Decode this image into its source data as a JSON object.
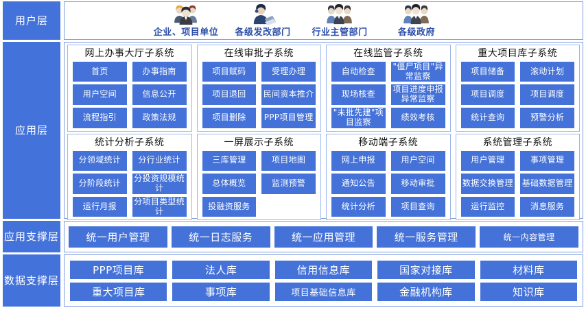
{
  "layers": {
    "user": {
      "tab_label": "用户层",
      "items": [
        {
          "label": "企业、项目单位",
          "icon": "people-group-icon"
        },
        {
          "label": "各级发改部门",
          "icon": "person-laptop-icon"
        },
        {
          "label": "行业主管部门",
          "icon": "three-people-icon"
        },
        {
          "label": "各级政府",
          "icon": "three-people-icon"
        }
      ]
    },
    "application": {
      "tab_label": "应用层",
      "subsystems_row1": [
        {
          "title": "网上办事大厅子系统",
          "cells": [
            "首页",
            "办事指南",
            "用户空间",
            "信息公开",
            "流程指引",
            "政策法规"
          ]
        },
        {
          "title": "在线审批子系统",
          "cells": [
            "项目赋码",
            "受理办理",
            "项目退回",
            "民间资本推介",
            "项目删除",
            "PPP项目管理"
          ]
        },
        {
          "title": "在线监管子系统",
          "cells": [
            "自动检查",
            "\"僵尸项目\"异常监察",
            "现场核查",
            "项目进度申报异常监察",
            "\"未批先建\"项目监察",
            "绩效考核"
          ]
        },
        {
          "title": "重大项目库子系统",
          "cells": [
            "项目储备",
            "滚动计划",
            "项目调度",
            "项目调度",
            "统计查询",
            "预警分析"
          ]
        }
      ],
      "subsystems_row2": [
        {
          "title": "统计分析子系统",
          "cells": [
            "分领域统计",
            "分行业统计",
            "分阶段统计",
            "分投资规模统计",
            "运行月报",
            "分项目类型统计"
          ]
        },
        {
          "title": "一屏展示子系统",
          "cells": [
            "三库管理",
            "项目地图",
            "总体概览",
            "监测预警",
            "投融资服务",
            ""
          ]
        },
        {
          "title": "移动端子系统",
          "cells": [
            "网上申报",
            "用户空间",
            "通知公告",
            "移动审批",
            "统计分析",
            "项目查询"
          ]
        },
        {
          "title": "系统管理子系统",
          "cells": [
            "用户管理",
            "事项管理",
            "数据交换管理",
            "基础数据管理",
            "运行监控",
            "消息服务"
          ]
        }
      ]
    },
    "app_support": {
      "tab_label": "应用支撑层",
      "items": [
        "统一用户管理",
        "统一日志服务",
        "统一应用管理",
        "统一服务管理",
        "统一内容管理"
      ]
    },
    "data_support": {
      "tab_label": "数据支撑层",
      "row1": [
        "PPP项目库",
        "法人库",
        "信用信息库",
        "国家对接库",
        "材料库"
      ],
      "row2": [
        "重大项目库",
        "事项库",
        "项目基础信息库",
        "金融机构库",
        "知识库"
      ]
    }
  },
  "colors": {
    "tab_blue": "#4472DB",
    "cell_blue": "#4472D8",
    "border_blue": "#9db6e8",
    "label_blue": "#2b4ea8"
  }
}
